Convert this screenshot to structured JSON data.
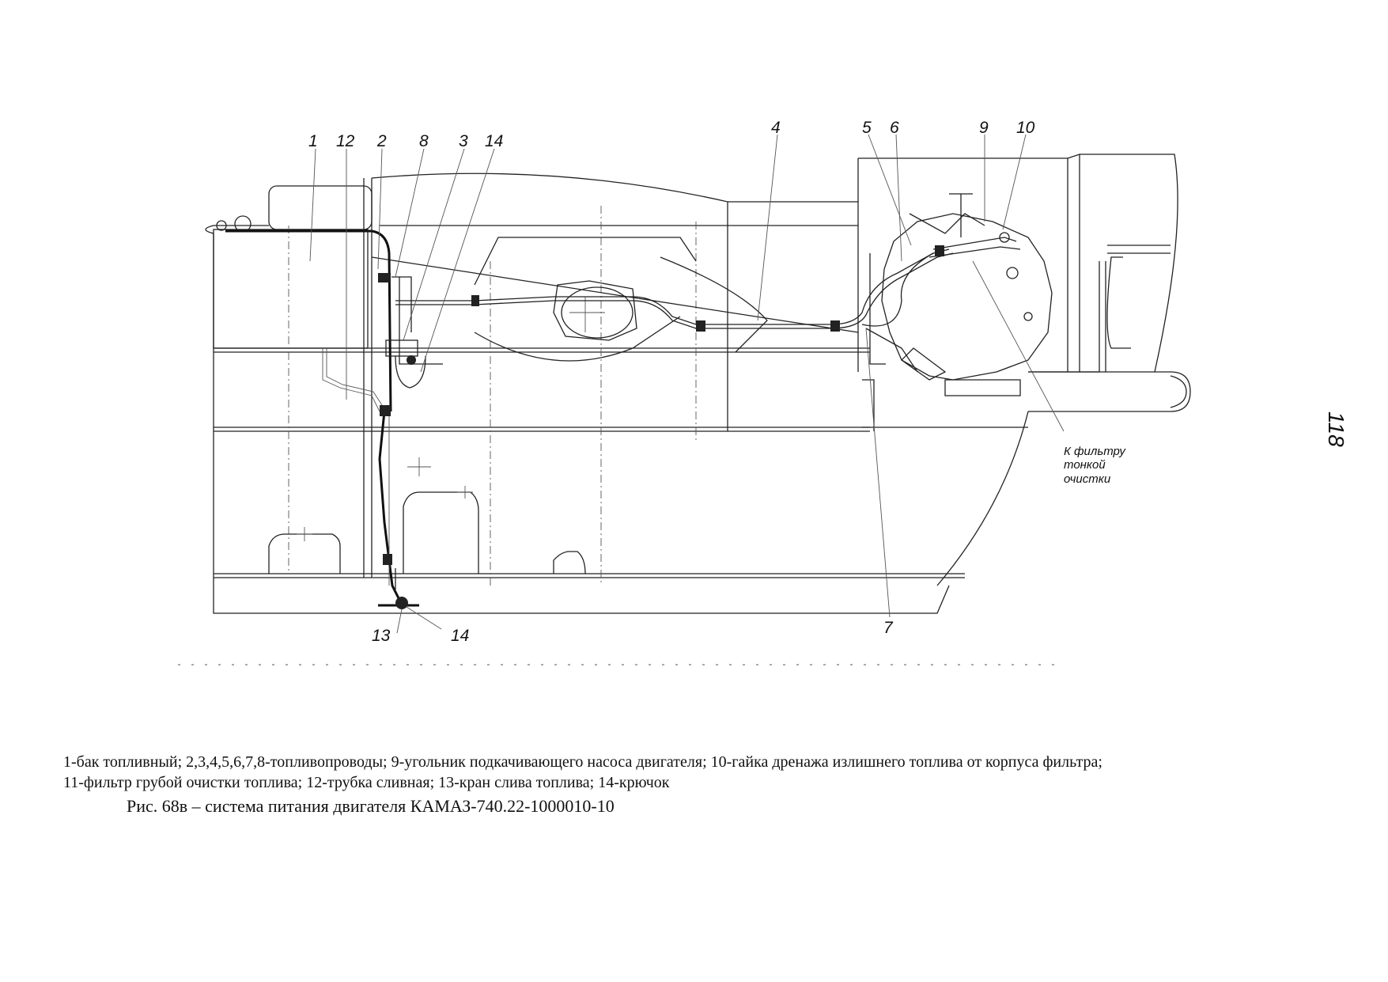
{
  "diagram": {
    "callouts": {
      "n1": "1",
      "n12": "12",
      "n2": "2",
      "n8": "8",
      "n3": "3",
      "n14a": "14",
      "n4": "4",
      "n5": "5",
      "n6": "6",
      "n9": "9",
      "n10": "10",
      "n7": "7",
      "n13": "13",
      "n14b": "14"
    },
    "note": [
      "К фильтру",
      "тонкой",
      "очистки"
    ],
    "page_number": "118"
  },
  "caption": {
    "legend_line1": "1-бак топливный; 2,3,4,5,6,7,8-топливопроводы; 9-угольник подкачивающего насоса двигателя; 10-гайка дренажа излишнего топлива от корпуса фильтра;",
    "legend_line2": "11-фильтр грубой очистки топлива; 12-трубка сливная; 13-кран слива топлива; 14-крючок",
    "figure_title": "Рис. 68в – система питания двигателя КАМАЗ-740.22-1000010-10"
  }
}
